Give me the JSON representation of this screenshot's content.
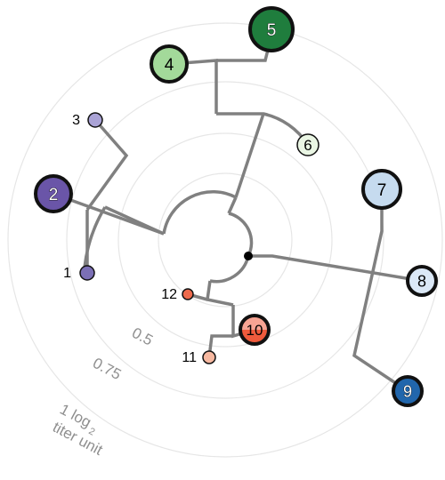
{
  "colors": {
    "ring": "#e6e6e6",
    "branch": "#808080",
    "scale_text": "#8f8f8f",
    "node_outline": "#111111",
    "root": "#000000",
    "label_dark": "#000000",
    "label_light": "#ffffff"
  },
  "scale": {
    "ring_labels": [
      "0.5",
      "0.75",
      "1 log",
      "titer unit"
    ],
    "subscript": "2"
  },
  "nodes": [
    {
      "id": "1",
      "label": "1",
      "color": "#7b6fb5",
      "label_inside": false
    },
    {
      "id": "2",
      "label": "2",
      "color": "#6a55a8",
      "label_inside": true,
      "label_color": "#ffffff"
    },
    {
      "id": "3",
      "label": "3",
      "color": "#aaa3d6",
      "label_inside": false
    },
    {
      "id": "4",
      "label": "4",
      "color": "#a3d99a",
      "label_inside": true,
      "label_color": "#000000"
    },
    {
      "id": "5",
      "label": "5",
      "color": "#1f7d3d",
      "label_inside": true,
      "label_color": "#ffffff"
    },
    {
      "id": "6",
      "label": "6",
      "color": "#eaf6e4",
      "label_inside": true,
      "label_color": "#000000"
    },
    {
      "id": "7",
      "label": "7",
      "color": "#c6dbef",
      "label_inside": true,
      "label_color": "#000000"
    },
    {
      "id": "8",
      "label": "8",
      "color": "#dbe8f6",
      "label_inside": true,
      "label_color": "#000000"
    },
    {
      "id": "9",
      "label": "9",
      "color": "#2166ac",
      "label_inside": true,
      "label_color": "#ffffff"
    },
    {
      "id": "10",
      "label": "10",
      "color": "#ef5a3c",
      "label_inside": true,
      "label_color": "#000000"
    },
    {
      "id": "11",
      "label": "11",
      "color": "#f7b8a0",
      "label_inside": false
    },
    {
      "id": "12",
      "label": "12",
      "color": "#ee6a4c",
      "label_inside": false
    }
  ]
}
